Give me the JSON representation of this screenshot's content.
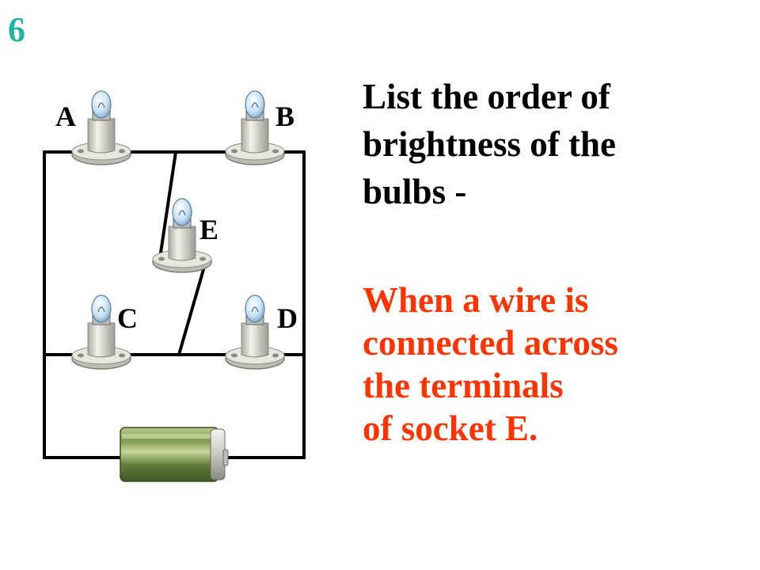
{
  "slide_number": "6",
  "colors": {
    "slide_number": "#1FB5A0",
    "question": "#000000",
    "condition": "#FF3300",
    "wire": "#000000",
    "bulb_glass": "#CFE6F5",
    "socket": "#D8D8D0",
    "battery_body": "#6F8E45"
  },
  "question_lines": [
    "List the order of",
    "brightness of the",
    "bulbs -"
  ],
  "condition_lines": [
    "When a wire is",
    "connected across",
    "the terminals",
    "of socket E."
  ],
  "bulbs": [
    {
      "id": "A",
      "label": "A"
    },
    {
      "id": "B",
      "label": "B"
    },
    {
      "id": "E",
      "label": "E"
    },
    {
      "id": "C",
      "label": "C"
    },
    {
      "id": "D",
      "label": "D"
    }
  ],
  "components": {
    "battery": "battery-icon",
    "bulb": "light-bulb-icon"
  }
}
